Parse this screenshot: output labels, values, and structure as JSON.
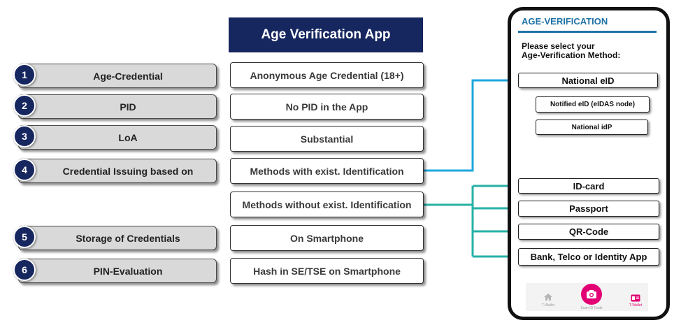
{
  "header": {
    "title": "Age Verification App"
  },
  "rows": [
    {
      "number": "1",
      "label": "Age-Credential",
      "value": "Anonymous Age Credential (18+)"
    },
    {
      "number": "2",
      "label": "PID",
      "value": "No PID in the App"
    },
    {
      "number": "3",
      "label": "LoA",
      "value": "Substantial"
    },
    {
      "number": "4",
      "label": "Credential Issuing based on",
      "value": "Methods with exist. Identification"
    },
    {
      "number": "",
      "label": "",
      "value": "Methods without exist. Identification"
    },
    {
      "number": "5",
      "label": "Storage of Credentials",
      "value": "On Smartphone"
    },
    {
      "number": "6",
      "label": "PIN-Evaluation",
      "value": "Hash in SE/TSE on Smartphone"
    }
  ],
  "phone": {
    "title": "AGE-VERIFICATION",
    "prompt_line1": "Please select your",
    "prompt_line2": "Age-Verification Method:",
    "national_eid": "National eID",
    "sub_options": [
      "Notified eID (eIDAS node)",
      "National idP"
    ],
    "other_options": [
      "ID-card",
      "Passport",
      "QR-Code",
      "Bank, Telco or Identity App"
    ],
    "nav": {
      "left": "T-Wallet",
      "center": "Scan ID Code",
      "right": "T-Wallet"
    }
  },
  "colors": {
    "navy": "#16265f",
    "phone_accent": "#1f72a6",
    "connector_blue": "#1ea7dd",
    "connector_teal": "#27b1a6",
    "magenta": "#e20074"
  }
}
